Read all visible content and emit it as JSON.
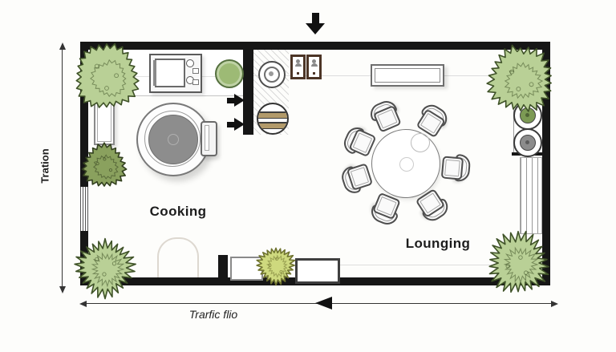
{
  "plan": {
    "zones": [
      {
        "label": "Cooking"
      },
      {
        "label": "Lounging"
      }
    ],
    "dimensions": {
      "vertical_label": "Tration",
      "horizontal_label": "Trarfic flio"
    },
    "dining": {
      "chair_count": 7
    },
    "icons": {
      "entry": "down-arrow-icon",
      "flow_left": "left-arrow-icon",
      "pass_through": "right-arrow-icon",
      "plants": "bush-icon",
      "portraits": "person-portrait-icon"
    },
    "colors": {
      "wall": "#161616",
      "plant_light": "#b9d096",
      "plant_light_stroke": "#3f5228",
      "plant_dark": "#8aa15e",
      "plant_dark_stroke": "#33401f",
      "plant_yellow": "#ced97e",
      "plant_yellow_stroke": "#6f732f",
      "pot_green": "#9dba75",
      "band_tan": "#b29a6a",
      "drum_gray": "#8d8d8d"
    }
  }
}
